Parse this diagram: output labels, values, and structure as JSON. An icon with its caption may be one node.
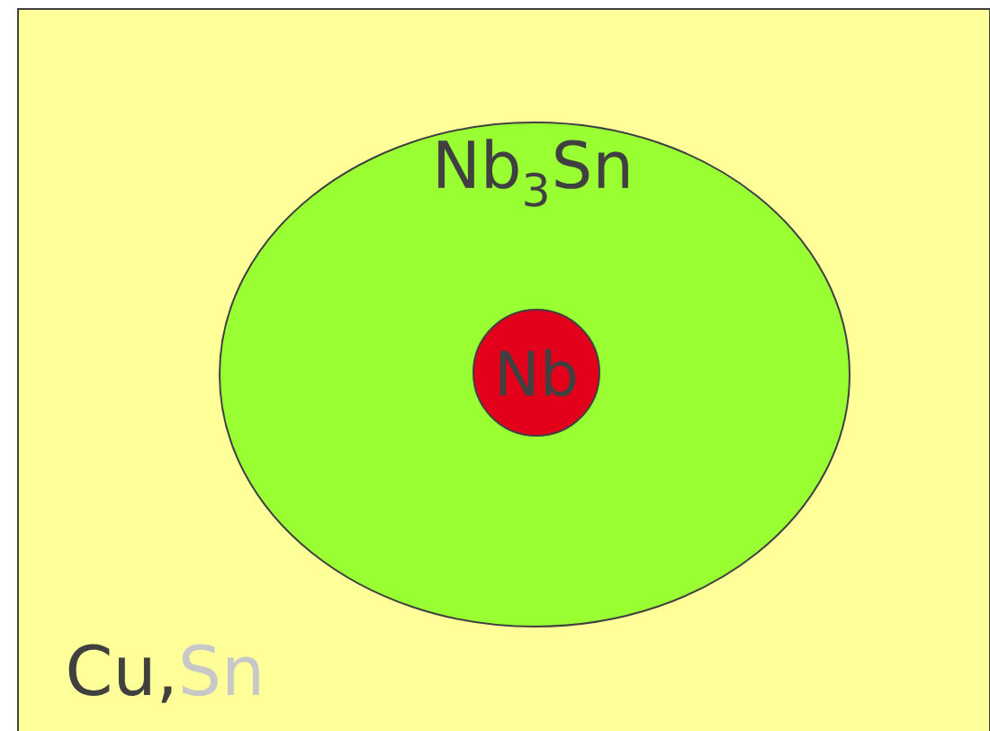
{
  "diagram": {
    "nodes": [
      {
        "text": [
          "Cu,",
          "Sn"
        ]
      },
      {
        "text": [
          "Nb$_{3}$Sn"
        ],
        "in": 0
      },
      {
        "text": [
          "Nb"
        ],
        "in": 1
      }
    ]
  }
}
